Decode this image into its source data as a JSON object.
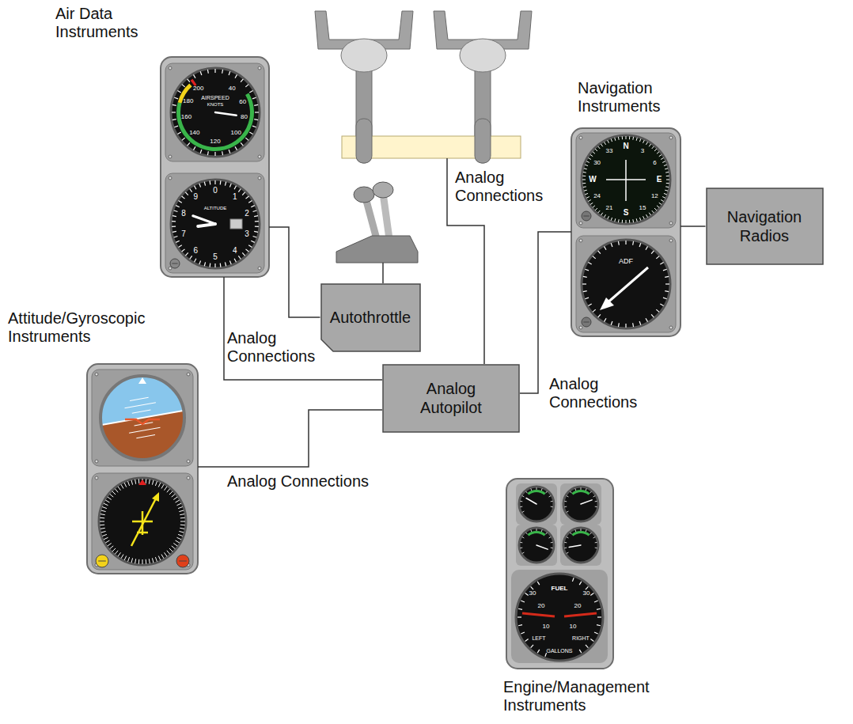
{
  "diagram": {
    "nodes": [
      {
        "text": [
          "Air Data Instruments"
        ]
      },
      {
        "text": [
          "Navigation Instruments"
        ]
      },
      {
        "text": [
          "Navigation Radios"
        ]
      },
      {
        "text": [
          "Autothrottle"
        ]
      },
      {
        "text": [
          "Attitude/Gyroscopic Instruments"
        ]
      },
      {
        "text": [
          "Analog Autopilot"
        ]
      },
      {
        "text": [
          "Engine/Management Instruments"
        ]
      }
    ],
    "edges": [
      {
        "from": 0,
        "to": 3,
        "arrow": "none"
      },
      {
        "from": 0,
        "to": 5,
        "label": "Analog Connections",
        "arrow": "none"
      },
      {
        "from": 4,
        "to": 5,
        "label": "Analog Connections",
        "arrow": "none"
      },
      {
        "from": 5,
        "to": 1,
        "label": "Analog Connections",
        "arrow": "none"
      },
      {
        "from": 1,
        "to": 2,
        "arrow": "none"
      }
    ],
    "labels": [
      "Analog Connections",
      "AIRSPEED",
      "KNOTS",
      "200",
      "40",
      "60",
      "80",
      "100",
      "120",
      "140",
      "160",
      "180",
      "0",
      "1",
      "2",
      "3",
      "4",
      "5",
      "6",
      "7",
      "8",
      "9",
      "ALTITUDE",
      "N",
      "3",
      "6",
      "E",
      "12",
      "15",
      "S",
      "21",
      "24",
      "W",
      "30",
      "33",
      "ADF",
      "FUEL",
      "30",
      "20",
      "10",
      "30",
      "20",
      "10",
      "LEFT",
      "RIGHT",
      "GALLONS"
    ]
  }
}
